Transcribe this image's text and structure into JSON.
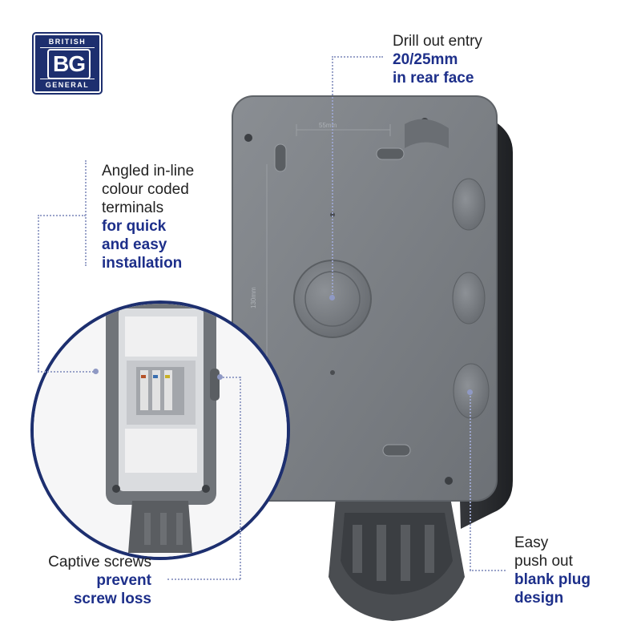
{
  "brand": {
    "top": "BRITISH",
    "mark": "BG",
    "bottom": "GENERAL",
    "color": "#1d2f6f"
  },
  "callouts": {
    "drill": {
      "line1": "Drill out entry",
      "line2": "20/25mm",
      "line3": "in rear face"
    },
    "terminals": {
      "line1": "Angled in-line",
      "line2": "colour coded",
      "line3": "terminals",
      "line4": "for quick",
      "line5": "and easy",
      "line6": "installation"
    },
    "screws": {
      "line1": "Captive screws",
      "line2": "prevent",
      "line3": "screw loss"
    },
    "plug": {
      "line1": "Easy",
      "line2": "push out",
      "line3": "blank plug",
      "line4": "design"
    }
  },
  "product": {
    "dim_width": "55mm",
    "dim_height": "130mm"
  },
  "colors": {
    "accent": "#1d2f8a",
    "leader": "#9aa3c9",
    "enclosure": "#7b7f84"
  }
}
